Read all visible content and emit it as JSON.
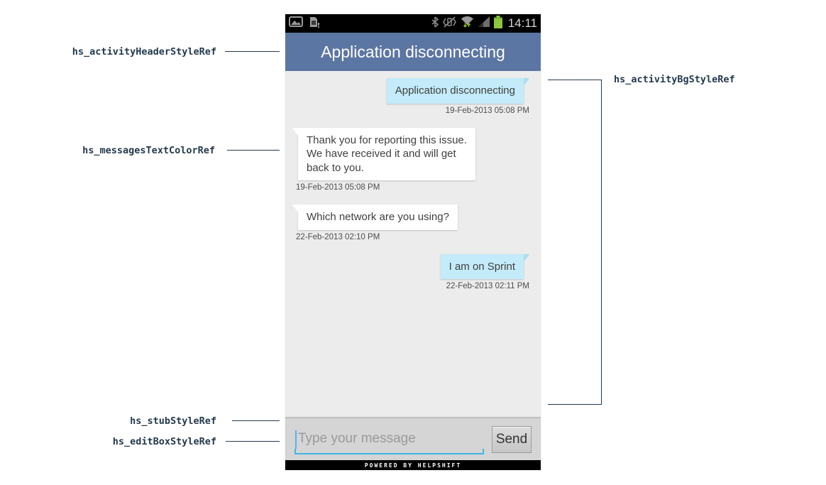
{
  "annotations": {
    "left": [
      {
        "label": "hs_activityHeaderStyleRef"
      },
      {
        "label": "hs_messagesTextColorRef"
      },
      {
        "label": "hs_stubStyleRef"
      },
      {
        "label": "hs_editBoxStyleRef"
      }
    ],
    "right": [
      {
        "label": "hs_activityBgStyleRef"
      }
    ]
  },
  "phone": {
    "status_bar": {
      "time": "14:11",
      "icons": [
        "gallery-icon",
        "sim-warning-icon",
        "bluetooth-icon",
        "vibrate-off-icon",
        "wifi-icon",
        "signal-strength-icon",
        "battery-icon"
      ]
    },
    "header": {
      "title": "Application disconnecting"
    },
    "messages": [
      {
        "direction": "outgoing",
        "text": "Application disconnecting",
        "timestamp": "19-Feb-2013 05:08 PM"
      },
      {
        "direction": "incoming",
        "text": "Thank you for reporting this issue. We have received it and will get back to you.",
        "timestamp": "19-Feb-2013 05:08 PM"
      },
      {
        "direction": "incoming",
        "text": "Which network are you using?",
        "timestamp": "22-Feb-2013 02:10 PM"
      },
      {
        "direction": "outgoing",
        "text": "I am on Sprint",
        "timestamp": "22-Feb-2013 02:11 PM"
      }
    ],
    "composer": {
      "placeholder": "Type your message",
      "send_label": "Send"
    },
    "footer": {
      "text": "POWERED BY HELPSHIFT"
    }
  },
  "colors": {
    "header_bg": "#5c76a3",
    "status_bar_bg": "#000000",
    "chat_bg": "#ececec",
    "outgoing_bubble": "#c3ebf9",
    "incoming_bubble": "#ffffff",
    "message_text": "#404040",
    "timestamp_text": "#4d4d4d",
    "composer_bg": "#d5d5d5",
    "edit_underline": "#3fb7e8",
    "footer_bg": "#000000",
    "battery_green": "#8dc63f",
    "annotation_text": "#24394e"
  }
}
